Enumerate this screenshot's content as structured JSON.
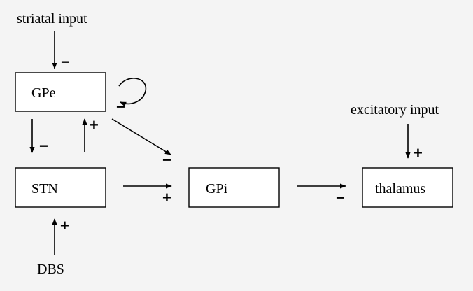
{
  "nodes": {
    "gpe": "GPe",
    "stn": "STN",
    "gpi": "GPi",
    "thalamus": "thalamus"
  },
  "inputs": {
    "striatal": "striatal input",
    "excitatory": "excitatory input",
    "dbs": "DBS"
  },
  "signs": {
    "striatal_to_gpe": "−",
    "gpe_self": "−",
    "gpe_to_stn": "−",
    "stn_to_gpe": "+",
    "gpe_to_gpi": "−",
    "stn_to_gpi": "+",
    "gpi_to_thalamus": "−",
    "excitatory_to_thalamus": "+",
    "dbs_to_stn": "+"
  }
}
